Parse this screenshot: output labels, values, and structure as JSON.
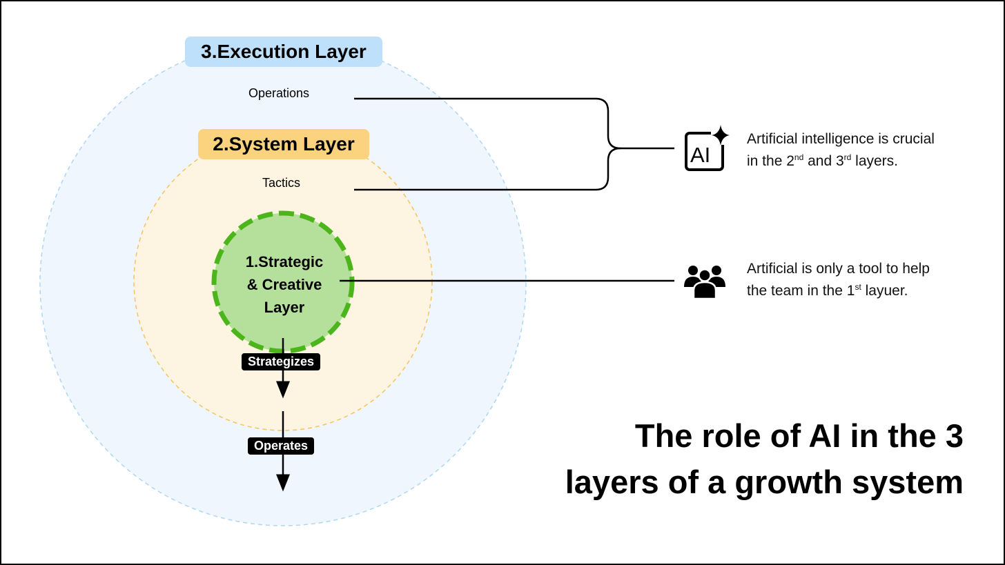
{
  "layers": {
    "execution": {
      "label": "3.Execution Layer",
      "sublabel": "Operations"
    },
    "system": {
      "label": "2.System Layer",
      "sublabel": "Tactics"
    },
    "strategic": {
      "line1": "1.Strategic",
      "line2": "& Creative",
      "line3": "Layer"
    }
  },
  "arrows": {
    "strategizes": "Strategizes",
    "operates": "Operates"
  },
  "notes": {
    "ai": {
      "icon_text": "AI",
      "line1": "Artificial intelligence is crucial",
      "line2_a": "in the 2",
      "sup1": "nd",
      "line2_b": " and 3",
      "sup2": "rd",
      "line2_c": " layers."
    },
    "team": {
      "line1": "Artificial is only a tool to help",
      "line2_a": "the team in the 1",
      "sup": "st",
      "line2_b": " layuer."
    }
  },
  "headline": {
    "line1": "The role of AI in the 3",
    "line2": "layers of a growth system"
  },
  "colors": {
    "execution_fill": "#eff6fd",
    "execution_stroke": "#aed6f5",
    "execution_pill": "#bfe0fb",
    "system_fill": "#fdf4e2",
    "system_stroke": "#f6c35d",
    "system_pill": "#fbd27e",
    "strategic_fill": "#b5e09c",
    "strategic_stroke": "#4cb51c"
  },
  "icons": [
    "ai-sparkle-icon",
    "team-icon"
  ]
}
